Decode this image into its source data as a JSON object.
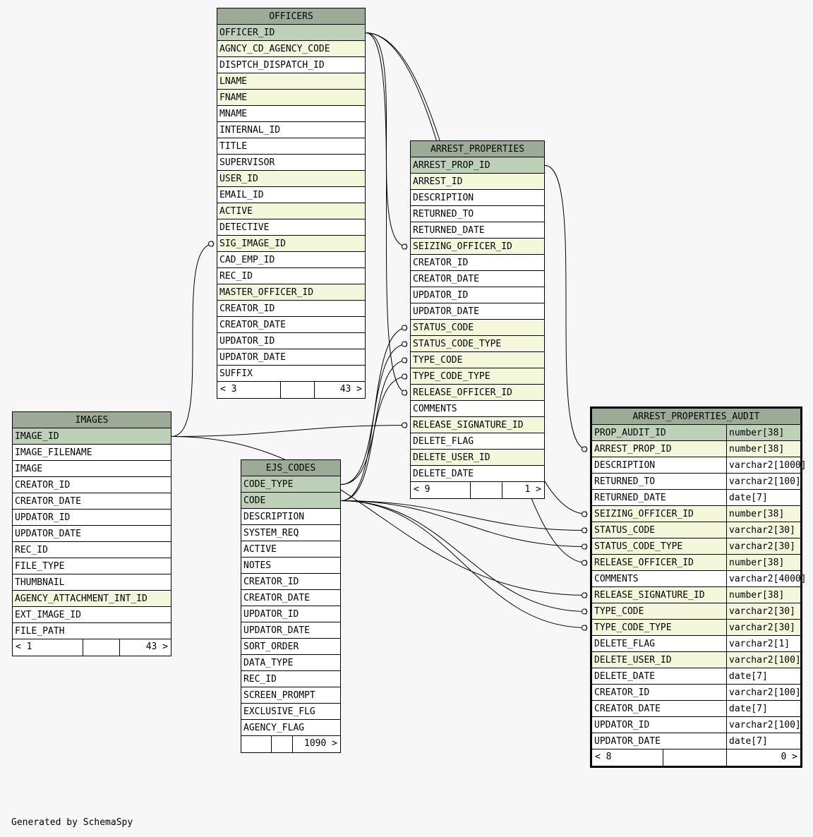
{
  "tables": {
    "officers": {
      "name": "OFFICERS",
      "columns": [
        {
          "name": "OFFICER_ID",
          "kind": "pk"
        },
        {
          "name": "AGNCY_CD_AGENCY_CODE",
          "kind": "fk"
        },
        {
          "name": "DISPTCH_DISPATCH_ID",
          "kind": "plain"
        },
        {
          "name": "LNAME",
          "kind": "fk"
        },
        {
          "name": "FNAME",
          "kind": "fk"
        },
        {
          "name": "MNAME",
          "kind": "plain"
        },
        {
          "name": "INTERNAL_ID",
          "kind": "plain"
        },
        {
          "name": "TITLE",
          "kind": "plain"
        },
        {
          "name": "SUPERVISOR",
          "kind": "plain"
        },
        {
          "name": "USER_ID",
          "kind": "fk"
        },
        {
          "name": "EMAIL_ID",
          "kind": "plain"
        },
        {
          "name": "ACTIVE",
          "kind": "fk"
        },
        {
          "name": "DETECTIVE",
          "kind": "plain"
        },
        {
          "name": "SIG_IMAGE_ID",
          "kind": "fk"
        },
        {
          "name": "CAD_EMP_ID",
          "kind": "plain"
        },
        {
          "name": "REC_ID",
          "kind": "plain"
        },
        {
          "name": "MASTER_OFFICER_ID",
          "kind": "fk"
        },
        {
          "name": "CREATOR_ID",
          "kind": "plain"
        },
        {
          "name": "CREATOR_DATE",
          "kind": "plain"
        },
        {
          "name": "UPDATOR_ID",
          "kind": "plain"
        },
        {
          "name": "UPDATOR_DATE",
          "kind": "plain"
        },
        {
          "name": "SUFFIX",
          "kind": "plain"
        }
      ],
      "footer": {
        "parents": "< 3",
        "middle": "",
        "children": "43 >"
      }
    },
    "arrest_properties": {
      "name": "ARREST_PROPERTIES",
      "columns": [
        {
          "name": "ARREST_PROP_ID",
          "kind": "pk"
        },
        {
          "name": "ARREST_ID",
          "kind": "fk"
        },
        {
          "name": "DESCRIPTION",
          "kind": "plain"
        },
        {
          "name": "RETURNED_TO",
          "kind": "plain"
        },
        {
          "name": "RETURNED_DATE",
          "kind": "plain"
        },
        {
          "name": "SEIZING_OFFICER_ID",
          "kind": "fk"
        },
        {
          "name": "CREATOR_ID",
          "kind": "plain"
        },
        {
          "name": "CREATOR_DATE",
          "kind": "plain"
        },
        {
          "name": "UPDATOR_ID",
          "kind": "plain"
        },
        {
          "name": "UPDATOR_DATE",
          "kind": "plain"
        },
        {
          "name": "STATUS_CODE",
          "kind": "fk"
        },
        {
          "name": "STATUS_CODE_TYPE",
          "kind": "fk"
        },
        {
          "name": "TYPE_CODE",
          "kind": "fk"
        },
        {
          "name": "TYPE_CODE_TYPE",
          "kind": "fk"
        },
        {
          "name": "RELEASE_OFFICER_ID",
          "kind": "fk"
        },
        {
          "name": "COMMENTS",
          "kind": "plain"
        },
        {
          "name": "RELEASE_SIGNATURE_ID",
          "kind": "fk"
        },
        {
          "name": "DELETE_FLAG",
          "kind": "plain"
        },
        {
          "name": "DELETE_USER_ID",
          "kind": "fk"
        },
        {
          "name": "DELETE_DATE",
          "kind": "plain"
        }
      ],
      "footer": {
        "parents": "< 9",
        "middle": "",
        "children": "1 >"
      }
    },
    "images": {
      "name": "IMAGES",
      "columns": [
        {
          "name": "IMAGE_ID",
          "kind": "pk"
        },
        {
          "name": "IMAGE_FILENAME",
          "kind": "plain"
        },
        {
          "name": "IMAGE",
          "kind": "plain"
        },
        {
          "name": "CREATOR_ID",
          "kind": "plain"
        },
        {
          "name": "CREATOR_DATE",
          "kind": "plain"
        },
        {
          "name": "UPDATOR_ID",
          "kind": "plain"
        },
        {
          "name": "UPDATOR_DATE",
          "kind": "plain"
        },
        {
          "name": "REC_ID",
          "kind": "plain"
        },
        {
          "name": "FILE_TYPE",
          "kind": "plain"
        },
        {
          "name": "THUMBNAIL",
          "kind": "plain"
        },
        {
          "name": "AGENCY_ATTACHMENT_INT_ID",
          "kind": "fk"
        },
        {
          "name": "EXT_IMAGE_ID",
          "kind": "plain"
        },
        {
          "name": "FILE_PATH",
          "kind": "plain"
        }
      ],
      "footer": {
        "parents": "< 1",
        "middle": "",
        "children": "43 >"
      }
    },
    "ejs_codes": {
      "name": "EJS_CODES",
      "columns": [
        {
          "name": "CODE_TYPE",
          "kind": "pk"
        },
        {
          "name": "CODE",
          "kind": "pk"
        },
        {
          "name": "DESCRIPTION",
          "kind": "plain"
        },
        {
          "name": "SYSTEM_REQ",
          "kind": "plain"
        },
        {
          "name": "ACTIVE",
          "kind": "plain"
        },
        {
          "name": "NOTES",
          "kind": "plain"
        },
        {
          "name": "CREATOR_ID",
          "kind": "plain"
        },
        {
          "name": "CREATOR_DATE",
          "kind": "plain"
        },
        {
          "name": "UPDATOR_ID",
          "kind": "plain"
        },
        {
          "name": "UPDATOR_DATE",
          "kind": "plain"
        },
        {
          "name": "SORT_ORDER",
          "kind": "plain"
        },
        {
          "name": "DATA_TYPE",
          "kind": "plain"
        },
        {
          "name": "REC_ID",
          "kind": "plain"
        },
        {
          "name": "SCREEN_PROMPT",
          "kind": "plain"
        },
        {
          "name": "EXCLUSIVE_FLG",
          "kind": "plain"
        },
        {
          "name": "AGENCY_FLAG",
          "kind": "plain"
        }
      ],
      "footer": {
        "parents": "",
        "middle": "",
        "children": "1090 >"
      }
    },
    "arrest_properties_audit": {
      "name": "ARREST_PROPERTIES_AUDIT",
      "columns": [
        {
          "name": "PROP_AUDIT_ID",
          "type": "number[38]",
          "kind": "pk"
        },
        {
          "name": "ARREST_PROP_ID",
          "type": "number[38]",
          "kind": "fk"
        },
        {
          "name": "DESCRIPTION",
          "type": "varchar2[1000]",
          "kind": "plain"
        },
        {
          "name": "RETURNED_TO",
          "type": "varchar2[100]",
          "kind": "plain"
        },
        {
          "name": "RETURNED_DATE",
          "type": "date[7]",
          "kind": "plain"
        },
        {
          "name": "SEIZING_OFFICER_ID",
          "type": "number[38]",
          "kind": "fk"
        },
        {
          "name": "STATUS_CODE",
          "type": "varchar2[30]",
          "kind": "fk"
        },
        {
          "name": "STATUS_CODE_TYPE",
          "type": "varchar2[30]",
          "kind": "fk"
        },
        {
          "name": "RELEASE_OFFICER_ID",
          "type": "number[38]",
          "kind": "fk"
        },
        {
          "name": "COMMENTS",
          "type": "varchar2[4000]",
          "kind": "plain"
        },
        {
          "name": "RELEASE_SIGNATURE_ID",
          "type": "number[38]",
          "kind": "fk"
        },
        {
          "name": "TYPE_CODE",
          "type": "varchar2[30]",
          "kind": "fk"
        },
        {
          "name": "TYPE_CODE_TYPE",
          "type": "varchar2[30]",
          "kind": "fk"
        },
        {
          "name": "DELETE_FLAG",
          "type": "varchar2[1]",
          "kind": "plain"
        },
        {
          "name": "DELETE_USER_ID",
          "type": "varchar2[100]",
          "kind": "fk"
        },
        {
          "name": "DELETE_DATE",
          "type": "date[7]",
          "kind": "plain"
        },
        {
          "name": "CREATOR_ID",
          "type": "varchar2[100]",
          "kind": "plain"
        },
        {
          "name": "CREATOR_DATE",
          "type": "date[7]",
          "kind": "plain"
        },
        {
          "name": "UPDATOR_ID",
          "type": "varchar2[100]",
          "kind": "plain"
        },
        {
          "name": "UPDATOR_DATE",
          "type": "date[7]",
          "kind": "plain"
        }
      ],
      "footer": {
        "parents": "< 8",
        "middle": "",
        "children": "0 >"
      }
    }
  },
  "relationships": [
    {
      "from": "officers.OFFICER_ID",
      "to": "arrest_properties.SEIZING_OFFICER_ID"
    },
    {
      "from": "officers.OFFICER_ID",
      "to": "arrest_properties.RELEASE_OFFICER_ID"
    },
    {
      "from": "officers.OFFICER_ID",
      "to": "arrest_properties_audit.SEIZING_OFFICER_ID"
    },
    {
      "from": "officers.OFFICER_ID",
      "to": "arrest_properties_audit.RELEASE_OFFICER_ID"
    },
    {
      "from": "images.IMAGE_ID",
      "to": "officers.SIG_IMAGE_ID"
    },
    {
      "from": "images.IMAGE_ID",
      "to": "arrest_properties.RELEASE_SIGNATURE_ID"
    },
    {
      "from": "images.IMAGE_ID",
      "to": "arrest_properties_audit.RELEASE_SIGNATURE_ID"
    },
    {
      "from": "ejs_codes.CODE_TYPE",
      "to": "arrest_properties.STATUS_CODE_TYPE"
    },
    {
      "from": "ejs_codes.CODE_TYPE",
      "to": "arrest_properties.TYPE_CODE_TYPE"
    },
    {
      "from": "ejs_codes.CODE",
      "to": "arrest_properties.STATUS_CODE"
    },
    {
      "from": "ejs_codes.CODE",
      "to": "arrest_properties.TYPE_CODE"
    },
    {
      "from": "ejs_codes.CODE",
      "to": "arrest_properties_audit.STATUS_CODE"
    },
    {
      "from": "ejs_codes.CODE",
      "to": "arrest_properties_audit.STATUS_CODE_TYPE"
    },
    {
      "from": "ejs_codes.CODE",
      "to": "arrest_properties_audit.TYPE_CODE"
    },
    {
      "from": "ejs_codes.CODE",
      "to": "arrest_properties_audit.TYPE_CODE_TYPE"
    },
    {
      "from": "arrest_properties.ARREST_PROP_ID",
      "to": "arrest_properties_audit.ARREST_PROP_ID"
    }
  ],
  "credit": "Generated by SchemaSpy",
  "colors": {
    "header": "#9cab96",
    "primary_key": "#bed1b8",
    "foreign_key": "#f4f7da",
    "background": "#f7f7f7"
  }
}
